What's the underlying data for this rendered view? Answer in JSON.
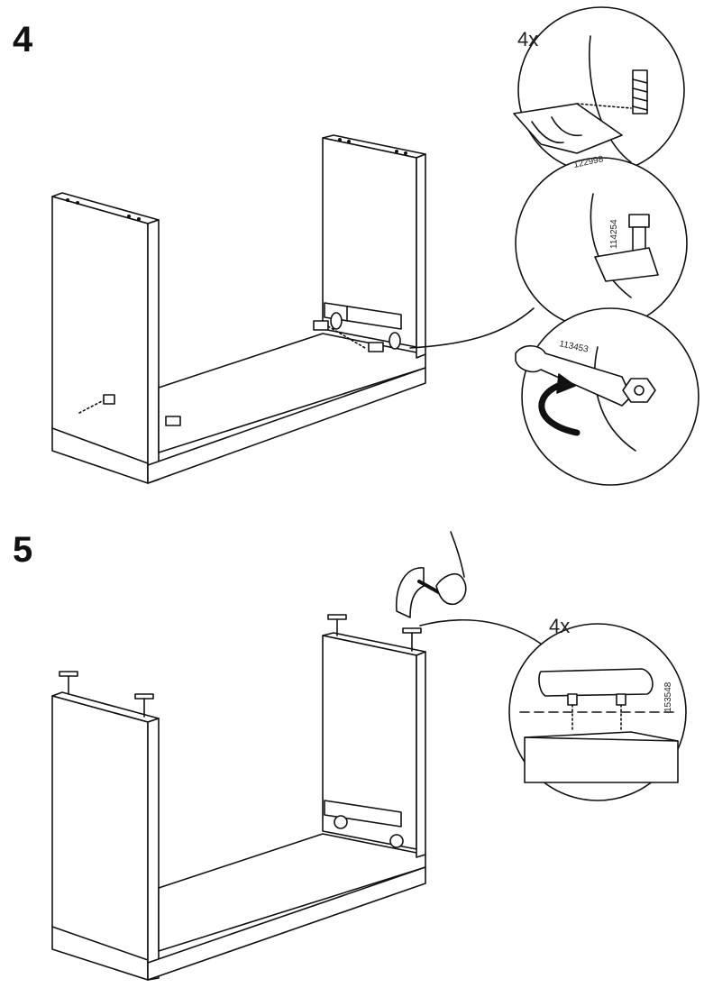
{
  "steps": [
    {
      "number": "4",
      "details": {
        "quantity_label": "4x",
        "part_codes": {
          "insert": "122998",
          "bolt": "114254",
          "wrench": "113453"
        }
      }
    },
    {
      "number": "5",
      "details": {
        "quantity_label": "4x",
        "part_codes": {
          "plug": "153548"
        }
      }
    }
  ],
  "icons": [
    "hammer-icon",
    "hand-icon",
    "wrench-icon",
    "rotation-arrow-icon"
  ]
}
